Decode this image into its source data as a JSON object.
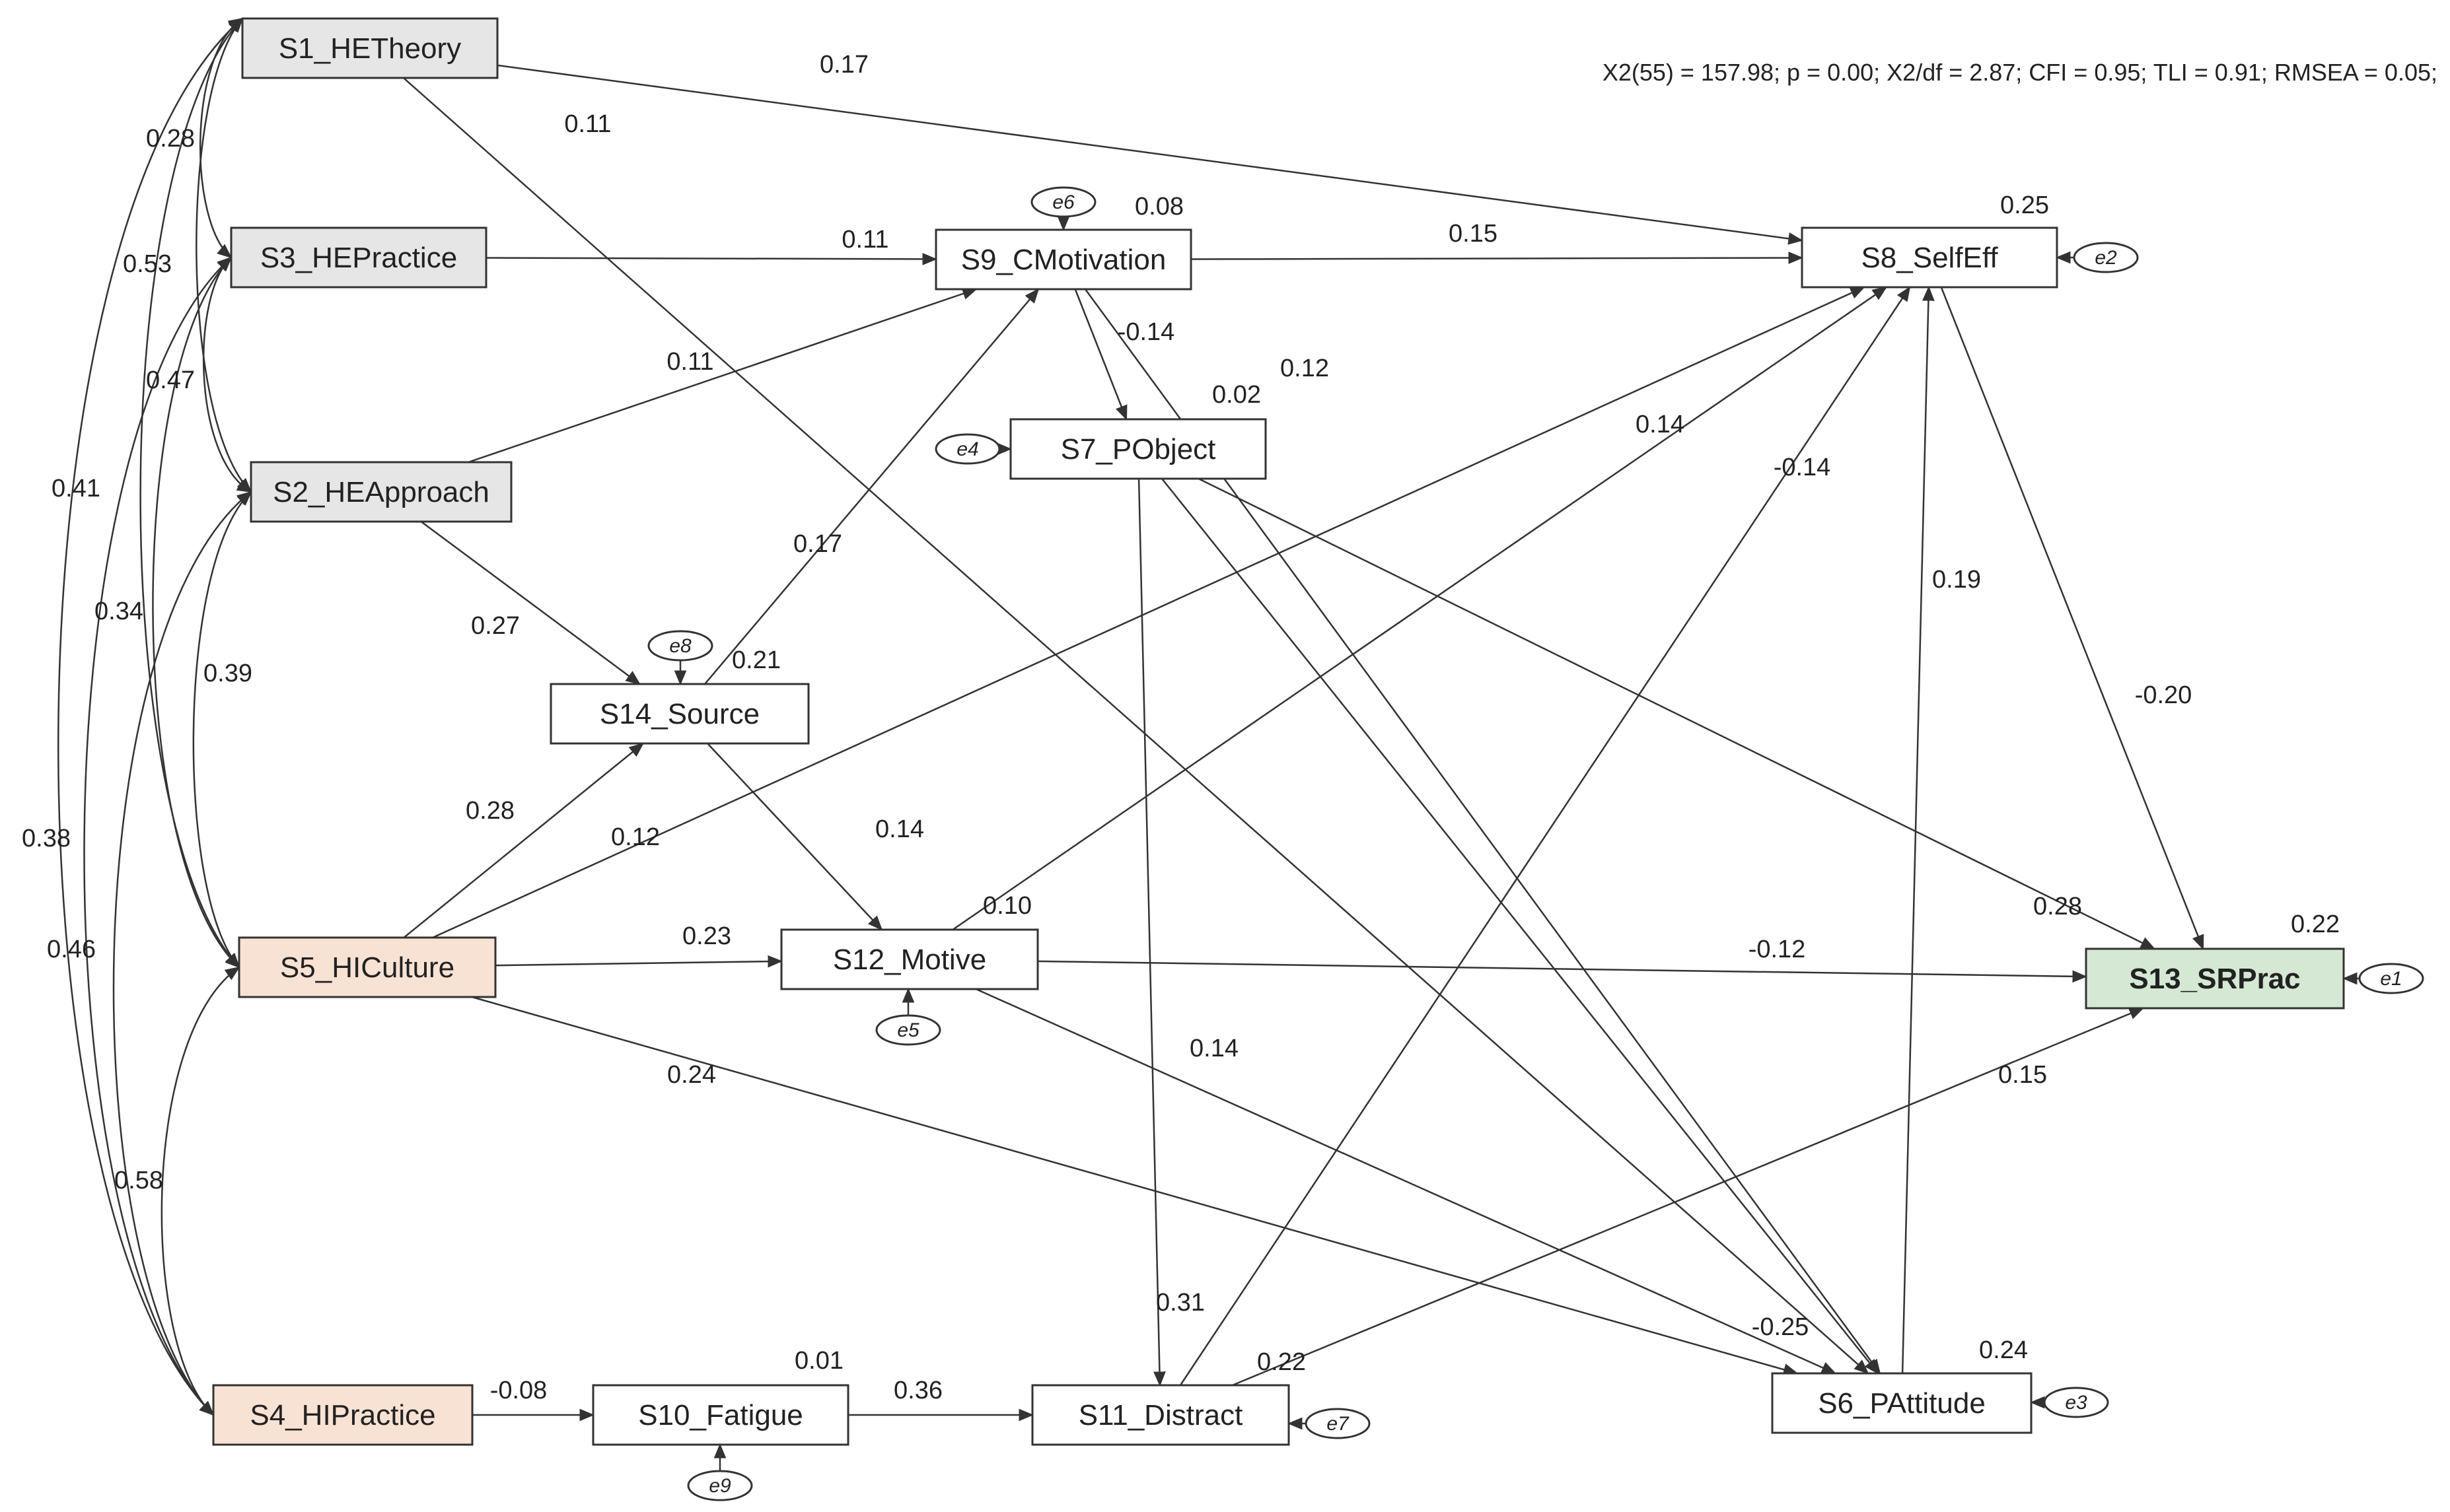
{
  "fit_statistics": "X2(55) = 157.98; p = 0.00; X2/df = 2.87; CFI = 0.95; TLI = 0.91; RMSEA = 0.05;",
  "colors": {
    "exogenous_teacher": "#e6e6e6",
    "exogenous_home": "#f8e2d4",
    "outcome": "#d5e8d4",
    "endogenous": "#ffffff",
    "line": "#333333"
  },
  "nodes": [
    {
      "id": "S1",
      "label": "S1_HETheory",
      "kind": "exogenous_teacher"
    },
    {
      "id": "S3",
      "label": "S3_HEPractice",
      "kind": "exogenous_teacher"
    },
    {
      "id": "S2",
      "label": "S2_HEApproach",
      "kind": "exogenous_teacher"
    },
    {
      "id": "S5",
      "label": "S5_HICulture",
      "kind": "exogenous_home"
    },
    {
      "id": "S4",
      "label": "S4_HIPractice",
      "kind": "exogenous_home"
    },
    {
      "id": "S9",
      "label": "S9_CMotivation",
      "kind": "endogenous",
      "r2": "0.08"
    },
    {
      "id": "S7",
      "label": "S7_PObject",
      "kind": "endogenous",
      "r2": "0.02"
    },
    {
      "id": "S14",
      "label": "S14_Source",
      "kind": "endogenous",
      "r2": "0.21"
    },
    {
      "id": "S12",
      "label": "S12_Motive",
      "kind": "endogenous",
      "r2": "0.10"
    },
    {
      "id": "S10",
      "label": "S10_Fatigue",
      "kind": "endogenous",
      "r2": "0.01"
    },
    {
      "id": "S11",
      "label": "S11_Distract",
      "kind": "endogenous",
      "r2": "0.22"
    },
    {
      "id": "S8",
      "label": "S8_SelfEff",
      "kind": "endogenous",
      "r2": "0.25"
    },
    {
      "id": "S6",
      "label": "S6_PAttitude",
      "kind": "endogenous",
      "r2": "0.24"
    },
    {
      "id": "S13",
      "label": "S13_SRPrac",
      "kind": "outcome",
      "r2": "0.22"
    }
  ],
  "errors": [
    {
      "id": "e6",
      "label": "e6",
      "node": "S9"
    },
    {
      "id": "e4",
      "label": "e4",
      "node": "S7"
    },
    {
      "id": "e8",
      "label": "e8",
      "node": "S14"
    },
    {
      "id": "e5",
      "label": "e5",
      "node": "S12"
    },
    {
      "id": "e9",
      "label": "e9",
      "node": "S10"
    },
    {
      "id": "e7",
      "label": "e7",
      "node": "S11"
    },
    {
      "id": "e2",
      "label": "e2",
      "node": "S8"
    },
    {
      "id": "e3",
      "label": "e3",
      "node": "S6"
    },
    {
      "id": "e1",
      "label": "e1",
      "node": "S13"
    }
  ],
  "paths": [
    {
      "from": "S1",
      "to": "S8",
      "coef": "0.17"
    },
    {
      "from": "S1",
      "to": "S6",
      "coef": "0.11"
    },
    {
      "from": "S3",
      "to": "S9",
      "coef": "0.11"
    },
    {
      "from": "S2",
      "to": "S9",
      "coef": "0.11"
    },
    {
      "from": "S2",
      "to": "S14",
      "coef": "0.27"
    },
    {
      "from": "S5",
      "to": "S14",
      "coef": "0.28"
    },
    {
      "from": "S14",
      "to": "S9",
      "coef": "0.17"
    },
    {
      "from": "S14",
      "to": "S12",
      "coef": "0.14"
    },
    {
      "from": "S9",
      "to": "S8",
      "coef": "0.15"
    },
    {
      "from": "S9",
      "to": "S7",
      "coef": "-0.14"
    },
    {
      "from": "S9",
      "to": "S6",
      "coef": "0.12"
    },
    {
      "from": "S5",
      "to": "S8",
      "coef": "0.12"
    },
    {
      "from": "S5",
      "to": "S12",
      "coef": "0.23"
    },
    {
      "from": "S5",
      "to": "S6",
      "coef": "0.24"
    },
    {
      "from": "S12",
      "to": "S8",
      "coef": "0.14"
    },
    {
      "from": "S12",
      "to": "S13",
      "coef": "-0.12"
    },
    {
      "from": "S12",
      "to": "S6",
      "coef": "0.14"
    },
    {
      "from": "S7",
      "to": "S13",
      "coef": "0.28"
    },
    {
      "from": "S7",
      "to": "S11",
      "coef": "0.31"
    },
    {
      "from": "S7",
      "to": "S6",
      "coef": "-0.25"
    },
    {
      "from": "S11",
      "to": "S8",
      "coef": "-0.14"
    },
    {
      "from": "S11",
      "to": "S13",
      "coef": "0.15"
    },
    {
      "from": "S6",
      "to": "S8",
      "coef": "0.19"
    },
    {
      "from": "S8",
      "to": "S13",
      "coef": "-0.20"
    },
    {
      "from": "S4",
      "to": "S10",
      "coef": "-0.08"
    },
    {
      "from": "S10",
      "to": "S11",
      "coef": "0.36"
    }
  ],
  "covariances": [
    {
      "a": "S1",
      "b": "S3",
      "coef": "0.28"
    },
    {
      "a": "S1",
      "b": "S2",
      "coef": "0.53"
    },
    {
      "a": "S3",
      "b": "S2",
      "coef": "0.47"
    },
    {
      "a": "S1",
      "b": "S5",
      "coef": "0.41"
    },
    {
      "a": "S3",
      "b": "S5",
      "coef": "0.34"
    },
    {
      "a": "S2",
      "b": "S5",
      "coef": "0.39"
    },
    {
      "a": "S1",
      "b": "S4",
      "coef": "0.38"
    },
    {
      "a": "S3",
      "b": "S4",
      "coef": "0.46"
    },
    {
      "a": "S2",
      "b": "S4",
      "coef": "0.58"
    },
    {
      "a": "S5",
      "b": "S4",
      "coef": ""
    }
  ]
}
